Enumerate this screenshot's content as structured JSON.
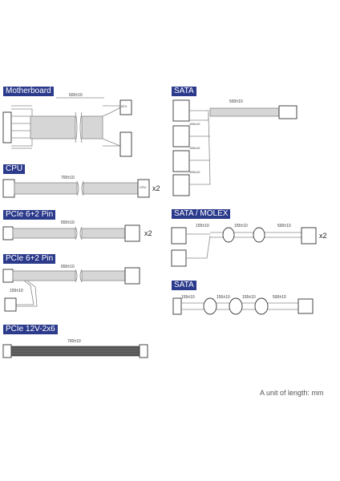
{
  "sections": {
    "motherboard": {
      "title": "Motherboard",
      "dim": "600±10",
      "connector": "ATX"
    },
    "cpu": {
      "title": "CPU",
      "dim": "700±10",
      "connector": "CPU",
      "mult": "x2"
    },
    "pcie1": {
      "title": "PCIe 6+2 Pin",
      "dim": "650±10",
      "mult": "x2"
    },
    "pcie2": {
      "title": "PCIe 6+2 Pin",
      "dim": "650±10",
      "dim_split": "155±10"
    },
    "pcie12v": {
      "title": "PCIe 12V-2x6",
      "dim": "700±10"
    },
    "sata1": {
      "title": "SATA",
      "dim": "500±10",
      "seg": "155±10"
    },
    "satamolex": {
      "title": "SATA / MOLEX",
      "seg": "155±10",
      "dim": "500±10",
      "mult": "x2"
    },
    "sata2": {
      "title": "SATA",
      "seg": "155±10",
      "dim": "500±10"
    }
  },
  "unit_note": "A unit of length: mm"
}
